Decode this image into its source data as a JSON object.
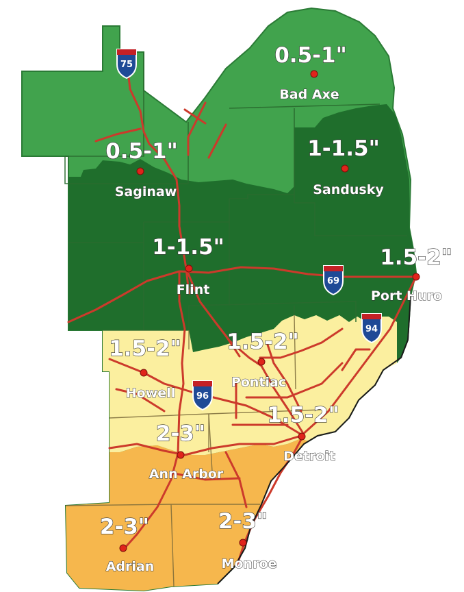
{
  "colors": {
    "light_green": "#41a34d",
    "dark_green": "#1f6e2c",
    "pale_yellow": "#fbef9f",
    "orange": "#f6b74d",
    "roads": "#cc3a2b",
    "city_dot": "#e0241b",
    "shield_blue": "#1f4a96",
    "shield_red": "#c42126"
  },
  "amount_labels": [
    {
      "id": "bad-axe",
      "text": "0.5-1\""
    },
    {
      "id": "saginaw",
      "text": "0.5-1\""
    },
    {
      "id": "sandusky",
      "text": "1-1.5\""
    },
    {
      "id": "flint",
      "text": "1-1.5\""
    },
    {
      "id": "port-huron",
      "text": "1.5-2\""
    },
    {
      "id": "howell",
      "text": "1.5-2\""
    },
    {
      "id": "pontiac",
      "text": "1.5-2\""
    },
    {
      "id": "detroit",
      "text": "1.5-2\""
    },
    {
      "id": "ann-arbor",
      "text": "2-3\""
    },
    {
      "id": "adrian",
      "text": "2-3\""
    },
    {
      "id": "monroe",
      "text": "2-3\""
    }
  ],
  "cities": [
    {
      "id": "bad-axe",
      "name": "Bad Axe"
    },
    {
      "id": "saginaw",
      "name": "Saginaw"
    },
    {
      "id": "sandusky",
      "name": "Sandusky"
    },
    {
      "id": "flint",
      "name": "Flint"
    },
    {
      "id": "port-huron",
      "name": "Port Huro"
    },
    {
      "id": "howell",
      "name": "Howell"
    },
    {
      "id": "pontiac",
      "name": "Pontiac"
    },
    {
      "id": "detroit",
      "name": "Detroit"
    },
    {
      "id": "ann-arbor",
      "name": "Ann Arbor"
    },
    {
      "id": "adrian",
      "name": "Adrian"
    },
    {
      "id": "monroe",
      "name": "Monroe"
    }
  ],
  "interstates": [
    {
      "id": "i75",
      "number": "75",
      "icon": "interstate-shield-icon"
    },
    {
      "id": "i69",
      "number": "69",
      "icon": "interstate-shield-icon"
    },
    {
      "id": "i94",
      "number": "94",
      "icon": "interstate-shield-icon"
    },
    {
      "id": "i96",
      "number": "96",
      "icon": "interstate-shield-icon"
    }
  ]
}
